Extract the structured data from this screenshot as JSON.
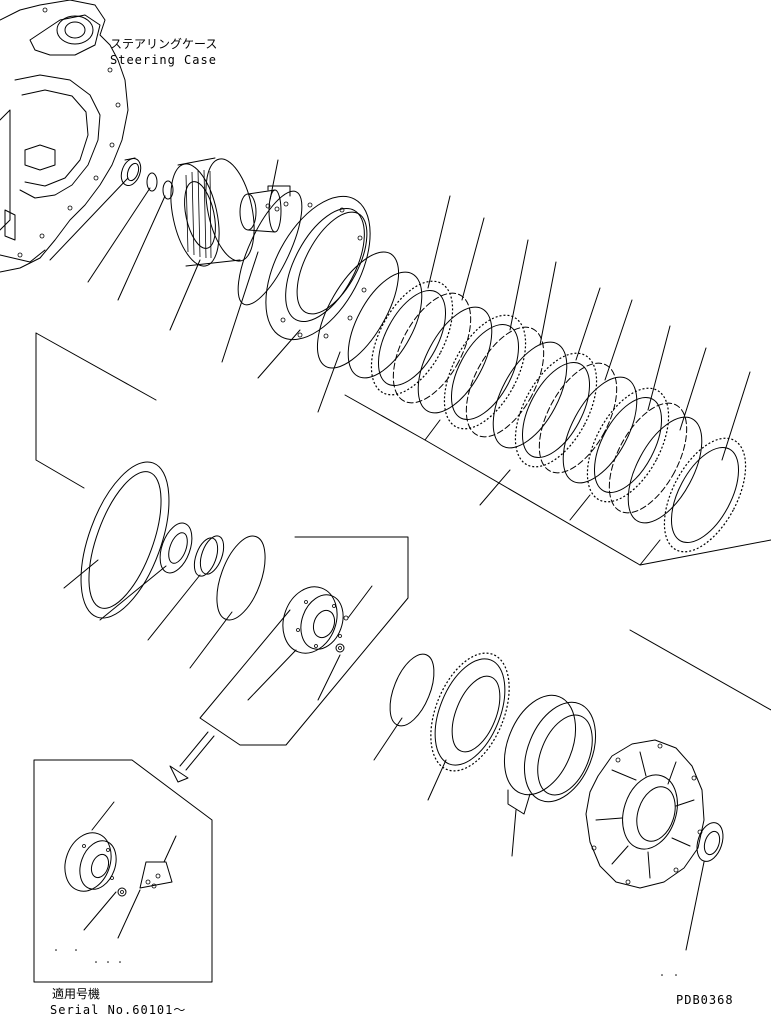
{
  "labels": {
    "steering_case_jp": "ステアリングケース",
    "steering_case_en": "Steering Case",
    "applicable_jp": "適用号機",
    "serial": "Serial No.60101～",
    "drawing_code": "PDB0368"
  },
  "colors": {
    "ink": "#000000",
    "paper": "#ffffff"
  }
}
